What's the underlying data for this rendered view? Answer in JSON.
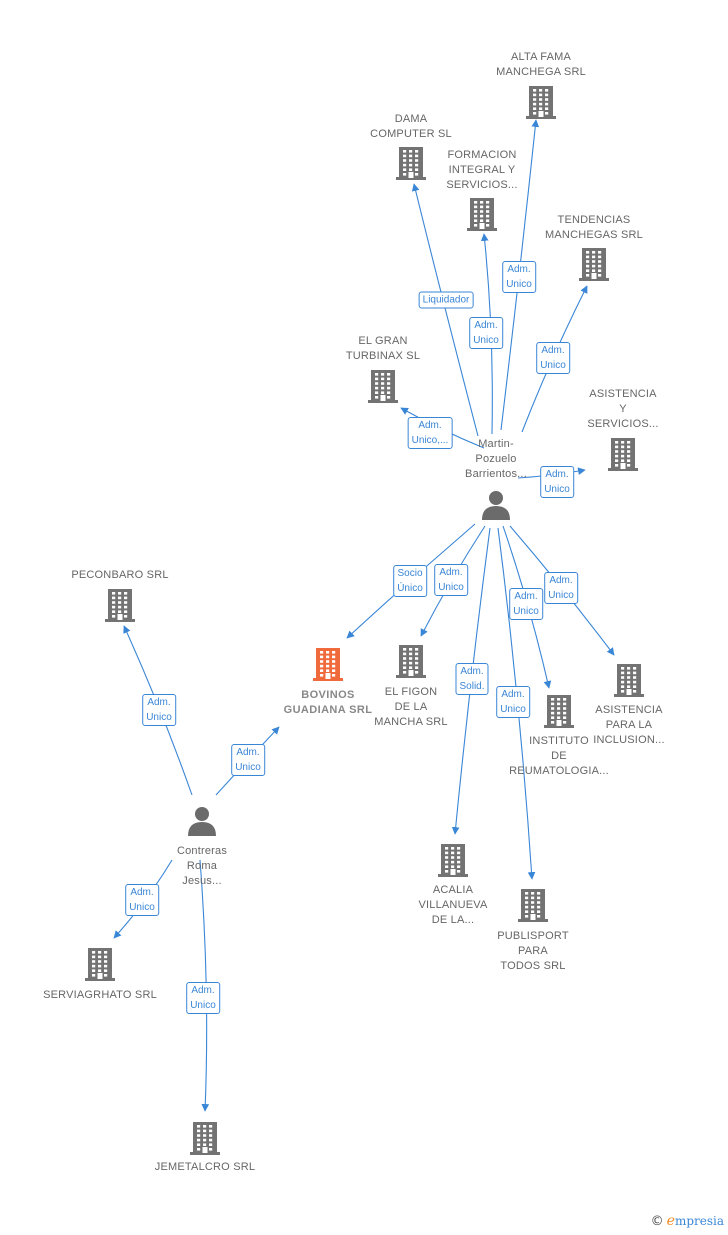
{
  "colors": {
    "edge": "#3a86d6",
    "company": "#737373",
    "main_company": "#f06a3c",
    "person": "#6b6b6b",
    "label": "#666666"
  },
  "nodes": [
    {
      "id": "alta",
      "type": "company",
      "label": "ALTA FAMA\nMANCHEGA SRL"
    },
    {
      "id": "dama",
      "type": "company",
      "label": "DAMA\nCOMPUTER SL"
    },
    {
      "id": "formacion",
      "type": "company",
      "label": "FORMACION\nINTEGRAL Y\nSERVICIOS..."
    },
    {
      "id": "tendencias",
      "type": "company",
      "label": "TENDENCIAS\nMANCHEGAS SRL"
    },
    {
      "id": "gran",
      "type": "company",
      "label": "EL GRAN\nTURBINAX SL"
    },
    {
      "id": "asistencia_s",
      "type": "company",
      "label": "ASISTENCIA\nY\nSERVICIOS..."
    },
    {
      "id": "martin",
      "type": "person",
      "label": "Martin-\nPozuelo\nBarrientos..."
    },
    {
      "id": "peconbaro",
      "type": "company",
      "label": "PECONBARO SRL"
    },
    {
      "id": "bovinos",
      "type": "main",
      "label": "BOVINOS\nGUADIANA SRL"
    },
    {
      "id": "figon",
      "type": "company",
      "label": "EL FIGON\nDE LA\nMANCHA SRL"
    },
    {
      "id": "instituto",
      "type": "company",
      "label": "INSTITUTO\nDE\nREUMATOLOGIA..."
    },
    {
      "id": "inclusion",
      "type": "company",
      "label": "ASISTENCIA\nPARA LA\nINCLUSION..."
    },
    {
      "id": "contreras",
      "type": "person",
      "label": "Contreras\nRoma\nJesus..."
    },
    {
      "id": "acalia",
      "type": "company",
      "label": "ACALIA\nVILLANUEVA\nDE LA..."
    },
    {
      "id": "publisport",
      "type": "company",
      "label": "PUBLISPORT\nPARA\nTODOS SRL"
    },
    {
      "id": "servia",
      "type": "company",
      "label": "SERVIAGRHATO SRL"
    },
    {
      "id": "jemetalcro",
      "type": "company",
      "label": "JEMETALCRO SRL"
    }
  ],
  "edges": [
    {
      "from": "martin",
      "to": "alta",
      "label": "Adm.\nUnico"
    },
    {
      "from": "martin",
      "to": "dama",
      "label": "Liquidador"
    },
    {
      "from": "martin",
      "to": "formacion",
      "label": "Adm.\nUnico"
    },
    {
      "from": "martin",
      "to": "tendencias",
      "label": "Adm.\nUnico"
    },
    {
      "from": "martin",
      "to": "gran",
      "label": "Adm.\nUnico,..."
    },
    {
      "from": "martin",
      "to": "asistencia_s",
      "label": "Adm.\nUnico"
    },
    {
      "from": "martin",
      "to": "bovinos",
      "label": "Socio\nÚnico"
    },
    {
      "from": "martin",
      "to": "figon",
      "label": "Adm.\nUnico"
    },
    {
      "from": "martin",
      "to": "instituto",
      "label": "Adm.\nUnico"
    },
    {
      "from": "martin",
      "to": "inclusion",
      "label": "Adm.\nUnico"
    },
    {
      "from": "martin",
      "to": "acalia",
      "label": "Adm.\nSolid."
    },
    {
      "from": "martin",
      "to": "publisport",
      "label": "Adm.\nUnico"
    },
    {
      "from": "contreras",
      "to": "peconbaro",
      "label": "Adm.\nUnico"
    },
    {
      "from": "contreras",
      "to": "bovinos",
      "label": "Adm.\nUnico"
    },
    {
      "from": "contreras",
      "to": "servia",
      "label": "Adm.\nUnico"
    },
    {
      "from": "contreras",
      "to": "jemetalcro",
      "label": "Adm.\nUnico"
    }
  ],
  "brand": {
    "copyright": "©",
    "first_letter": "e",
    "rest": "mpresia"
  }
}
